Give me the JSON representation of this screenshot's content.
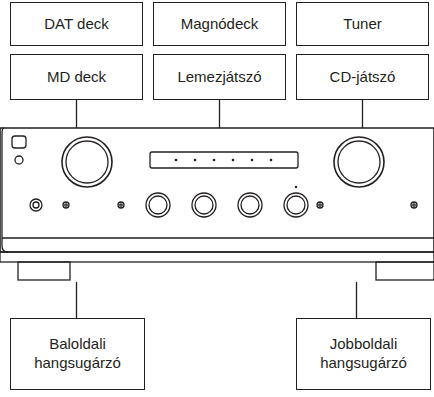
{
  "diagram": {
    "nodes": [
      {
        "text": [
          "DAT deck"
        ]
      },
      {
        "text": [
          "Magnódeck"
        ]
      },
      {
        "text": [
          "Tuner"
        ]
      },
      {
        "text": [
          "MD deck"
        ]
      },
      {
        "text": [
          "Lemezjátszó"
        ]
      },
      {
        "text": [
          "CD-játszó"
        ]
      },
      {
        "text": [
          "Baloldali hangsugárzó"
        ]
      },
      {
        "text": [
          "Jobboldali hangsugárzó"
        ]
      }
    ]
  }
}
